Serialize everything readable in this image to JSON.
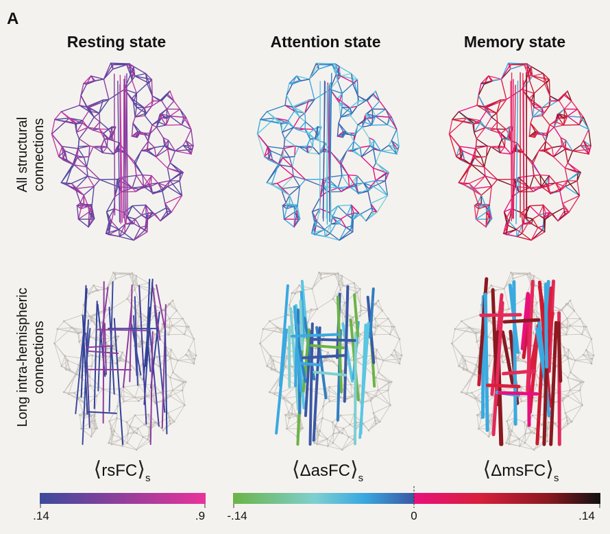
{
  "panel_letter": "A",
  "columns": [
    {
      "title": "Resting state"
    },
    {
      "title": "Attention state"
    },
    {
      "title": "Memory state"
    }
  ],
  "rows": [
    {
      "label_line1": "All structural",
      "label_line2": "connections"
    },
    {
      "label_line1": "Long intra-hemispheric",
      "label_line2": "connections"
    }
  ],
  "colorbars": {
    "rsfc": {
      "label": "rsFC",
      "subscript": "s",
      "ticks": [
        ".14",
        ".9"
      ],
      "colors": [
        "#3c4a9c",
        "#e9339a"
      ]
    },
    "delta": {
      "label_as": "ΔasFC",
      "label_ms": "ΔmsFC",
      "subscript": "s",
      "ticks": [
        "-.14",
        "0",
        ".14"
      ],
      "colors_neg": [
        "#6ab446",
        "#7fcfd0",
        "#3aa9e0",
        "#3b58a4"
      ],
      "colors_pos": [
        "#e8107c",
        "#d81f3c",
        "#8a1920",
        "#111111"
      ]
    }
  },
  "colors": {
    "background": "#f4f2ef",
    "structural_gray": "#bdbab5"
  }
}
